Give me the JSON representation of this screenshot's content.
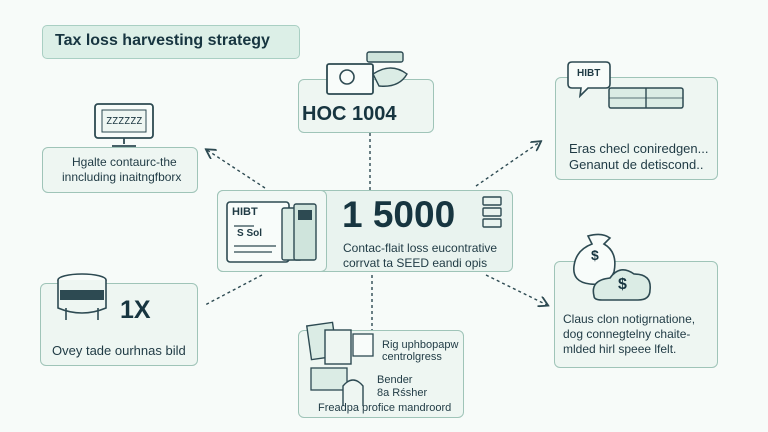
{
  "title": "Tax loss harvesting strategy",
  "center": {
    "tag": "HIBT",
    "tag2": "S Sol",
    "value": "1 5000",
    "line1": "Contac-flait loss eucontrative",
    "line2": "corrvat ta SEED eandi opis"
  },
  "top": {
    "label": "HOC 1004"
  },
  "top_left": {
    "screen_text": "ZZZZZZ",
    "line1": "Hgalte contaurc-the",
    "line2": "inncluding inaitngfborx"
  },
  "top_right": {
    "bubble": "HIBT",
    "line1": "Eras checl coniredgen...",
    "line2": "Genanut de detiscond.."
  },
  "bottom_left": {
    "value": "1X",
    "line1": "Ovey tade ourhnas bild"
  },
  "bottom_center": {
    "line1": "Rig uphbopapw",
    "line2": "centrolgress",
    "line3": "Bender",
    "line4": "8a Rśsher",
    "line5": "Freadpa profice mandroord"
  },
  "bottom_right": {
    "coin": "$",
    "line1": "Claus clon notigrnatione,",
    "line2": "dog connegtelny chaite-",
    "line3": "mlded hirl speee lfelt."
  },
  "colors": {
    "background": "#f7fbf9",
    "box_fill": "#eef6f2",
    "box_border": "#9fc4b8",
    "ink": "#1f3a44"
  }
}
